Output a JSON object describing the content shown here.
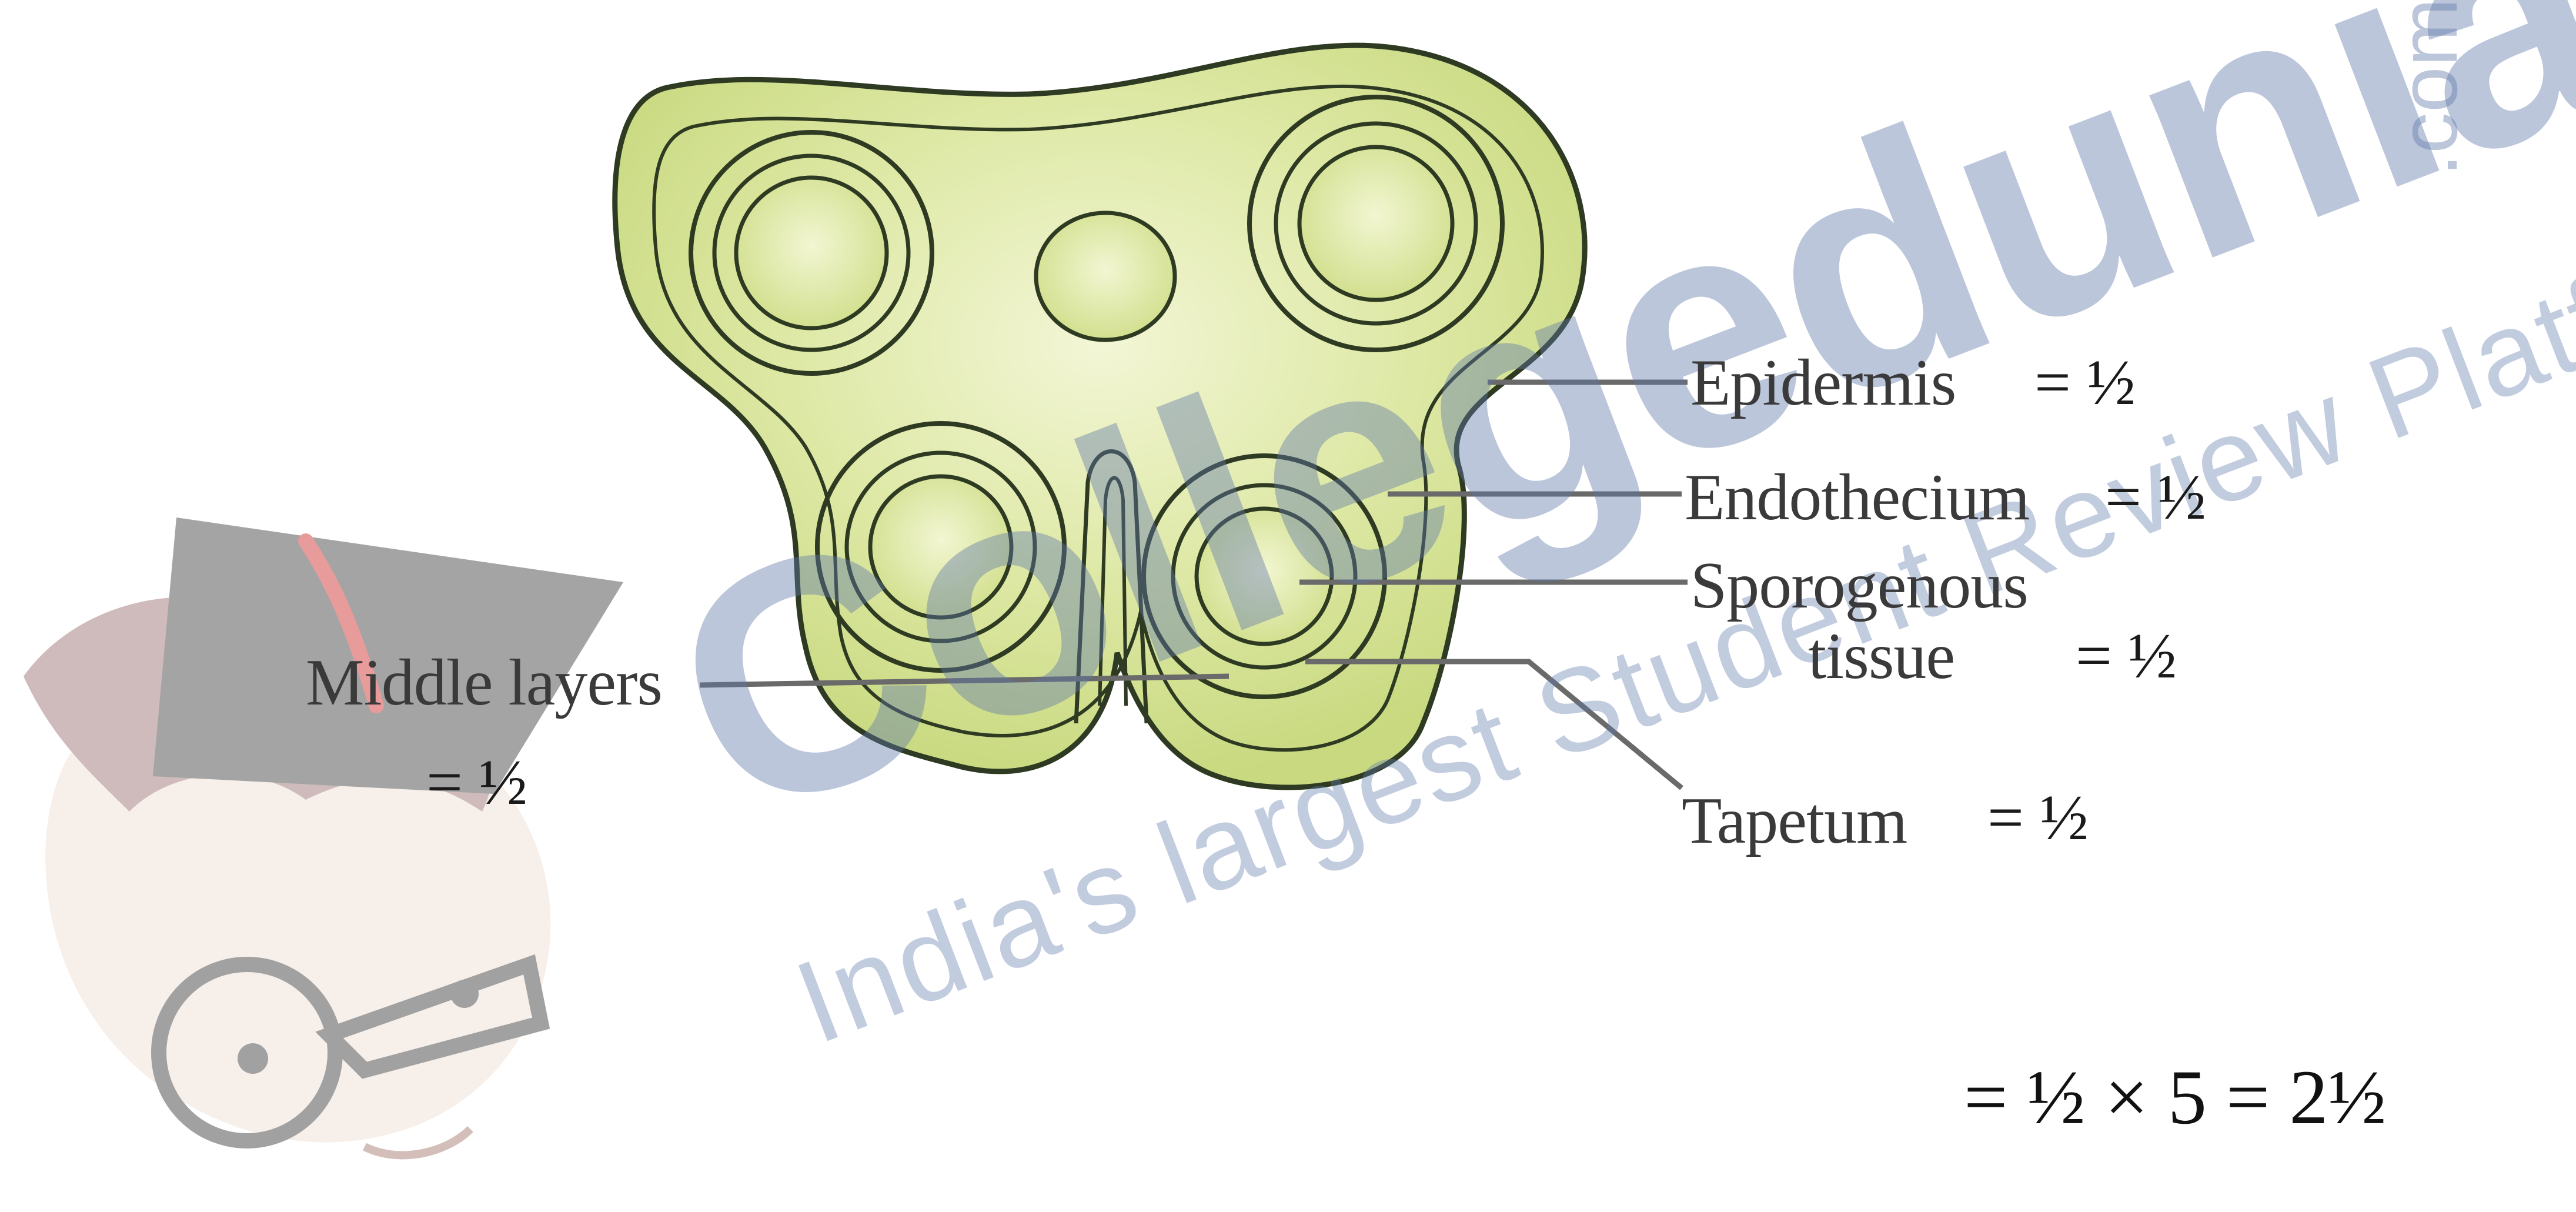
{
  "labels": {
    "epidermis": "Epidermis",
    "endothecium": "Endothecium",
    "sporogenous_1": "Sporogenous",
    "sporogenous_2": "tissue",
    "middle_layers": "Middle layers",
    "tapetum": "Tapetum"
  },
  "marks": {
    "epidermis": "= ½",
    "endothecium": "= ½",
    "sporogenous": "= ½",
    "middle_layers": "= ½",
    "tapetum": "= ½"
  },
  "total": "= ½ × 5 = 2½",
  "watermark": {
    "brand": "Collegedunia",
    "domain_suffix": ".com",
    "tagline": "India's largest Student Review Platform"
  },
  "colors": {
    "anther_fill": "#d8e59a",
    "anther_fill_light": "#eef3c8",
    "outline": "#2e3a22",
    "leader": "#6a6a6a",
    "watermark": "#5f78aa",
    "mascot_hair": "#8a6a6a",
    "mascot_cap": "#4a4a4a"
  }
}
